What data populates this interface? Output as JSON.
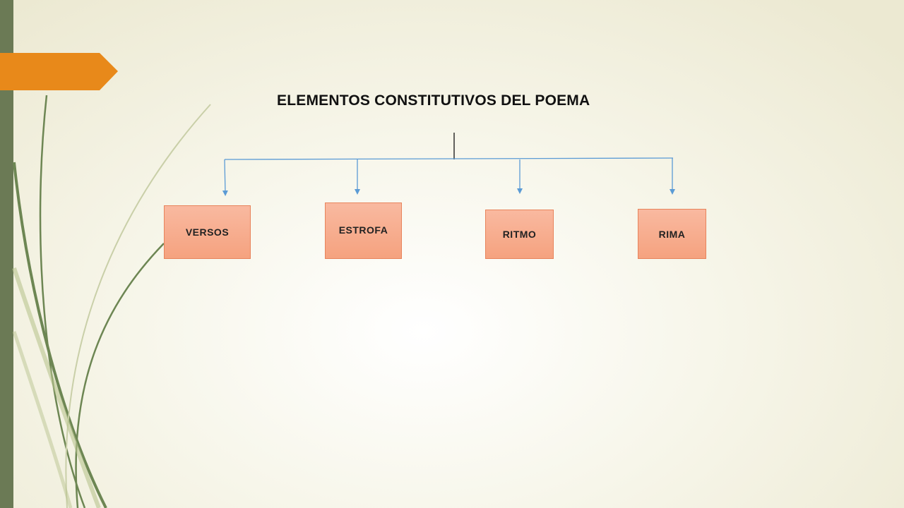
{
  "diagram": {
    "title": "ELEMENTOS CONSTITUTIVOS DEL POEMA",
    "nodes": [
      {
        "label": "VERSOS"
      },
      {
        "label": "ESTROFA"
      },
      {
        "label": "RITMO"
      },
      {
        "label": "RIMA"
      }
    ]
  },
  "colors": {
    "accent_orange": "#e8891a",
    "side_bar_green": "#6b7a55",
    "node_fill": "#f5a27f",
    "node_border": "#e8845c",
    "connector_blue": "#5b9bd5"
  }
}
